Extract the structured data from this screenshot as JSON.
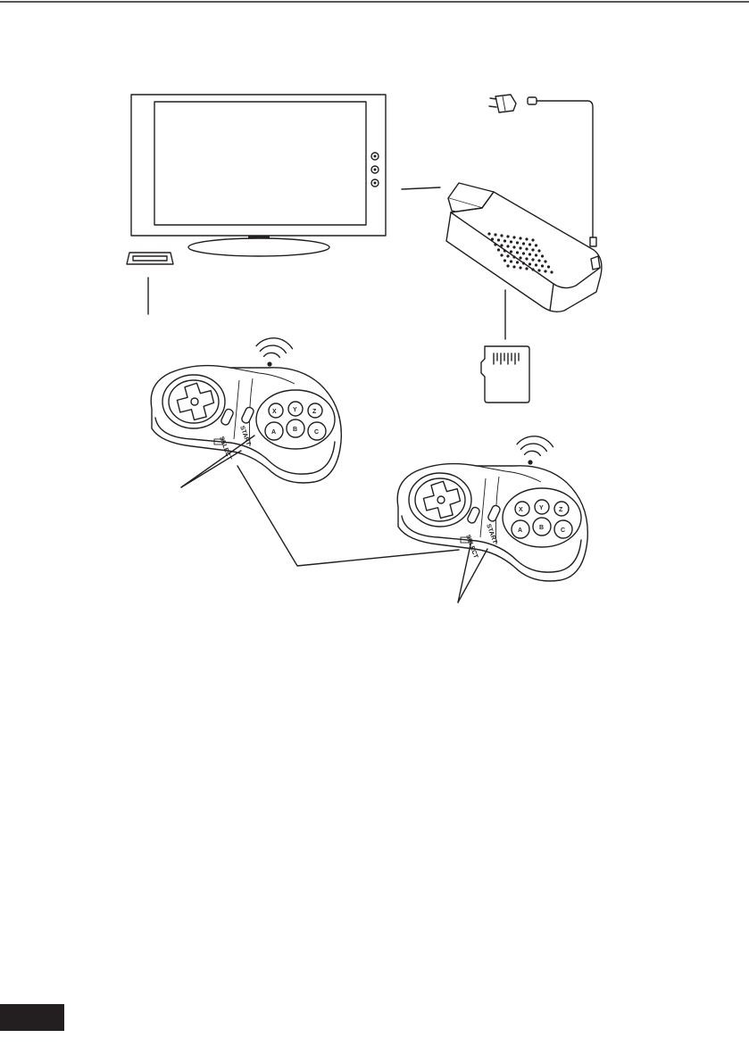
{
  "diagram": {
    "title": "",
    "components": [
      {
        "id": "tv",
        "icon": "television-icon"
      },
      {
        "id": "hdmi",
        "icon": "hdmi-plug-icon"
      },
      {
        "id": "console",
        "icon": "hdmi-game-stick-icon"
      },
      {
        "id": "power",
        "icon": "power-adapter-icon"
      },
      {
        "id": "sd",
        "icon": "micro-sd-card-icon"
      },
      {
        "id": "pad1",
        "icon": "wireless-gamepad-icon"
      },
      {
        "id": "pad2",
        "icon": "wireless-gamepad-icon"
      }
    ],
    "gamepad_labels": {
      "select": "SELECT",
      "start": "START",
      "button_a": "A",
      "button_b": "B",
      "button_c": "C",
      "button_x": "X",
      "button_y": "Y",
      "button_z": "Z"
    },
    "page_tab_color": "#231f20",
    "ink_color": "#231f20"
  }
}
